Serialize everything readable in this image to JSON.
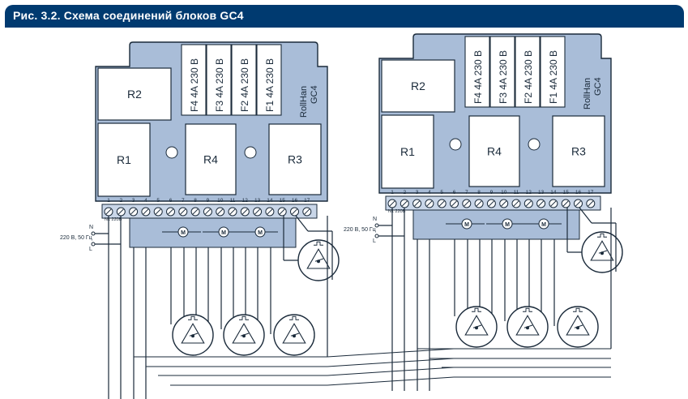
{
  "title": "Рис. 3.2. Схема соединений блоков GC4",
  "colors": {
    "title_bg": "#003a70",
    "board_fill": "#a9bdd8",
    "line": "#1a2a3a"
  },
  "blocks": [
    {
      "relays": [
        "R2",
        "R1",
        "R4",
        "R3"
      ],
      "fuses": [
        "F4 4A 230 B",
        "F3 4A 230 B",
        "F2 4A 230 B",
        "F1 4A 230 B"
      ],
      "brand": "RollHan",
      "model": "GC4",
      "terminal_numbers": [
        "1",
        "2",
        "3",
        "4",
        "5",
        "6",
        "7",
        "8",
        "9",
        "10",
        "11",
        "12",
        "13",
        "14",
        "15",
        "16",
        "17"
      ],
      "terminal_tag": "N1 220B",
      "motor_symbol": "M",
      "power": {
        "n": "N",
        "l": "L",
        "voltage": "220 B, 50 Гц"
      }
    },
    {
      "relays": [
        "R2",
        "R1",
        "R4",
        "R3"
      ],
      "fuses": [
        "F4 4A 230 B",
        "F3 4A 230 B",
        "F2 4A 230 B",
        "F1 4A 230 B"
      ],
      "brand": "RollHan",
      "model": "GC4",
      "terminal_numbers": [
        "1",
        "2",
        "3",
        "4",
        "5",
        "6",
        "7",
        "8",
        "9",
        "10",
        "11",
        "12",
        "13",
        "14",
        "15",
        "16",
        "17"
      ],
      "terminal_tag": "N1 220B",
      "motor_symbol": "M",
      "power": {
        "n": "N",
        "l": "L",
        "voltage": "220 B, 50 Гц"
      }
    }
  ]
}
